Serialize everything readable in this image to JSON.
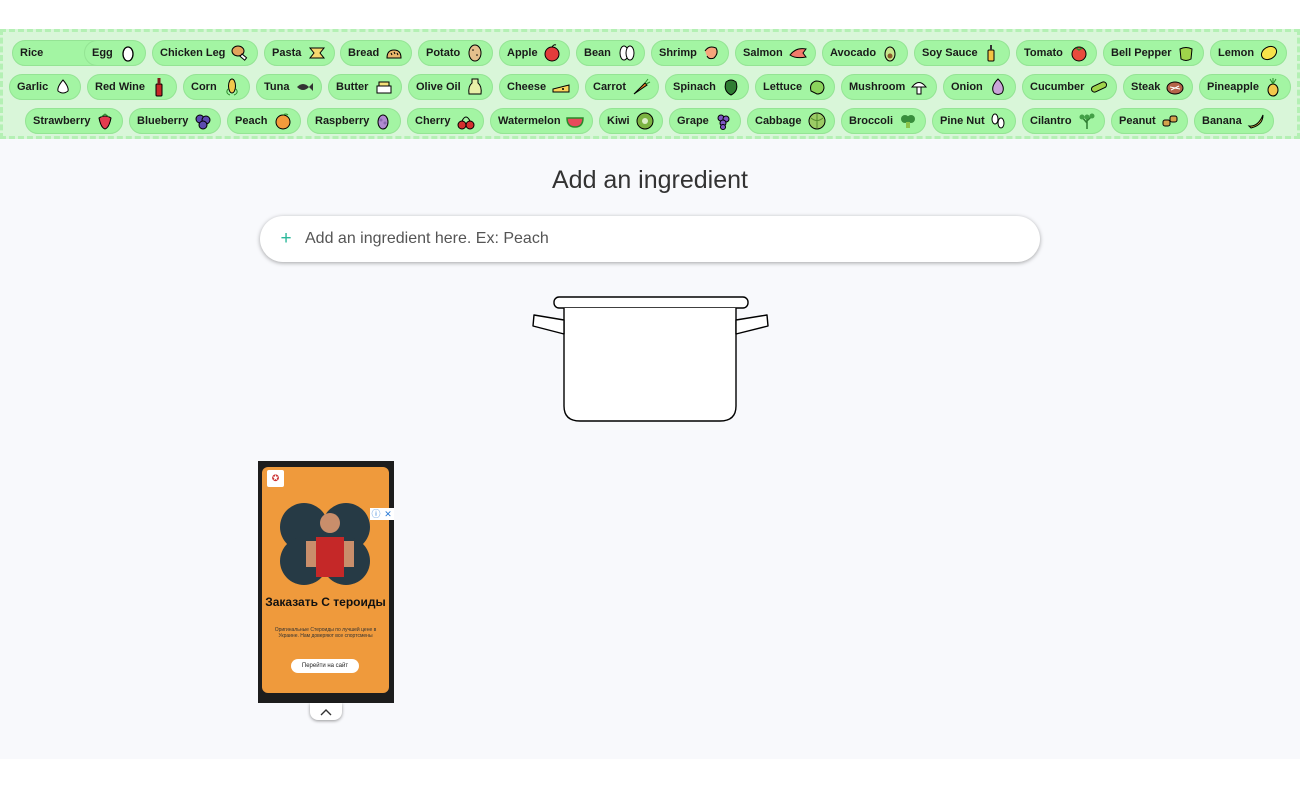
{
  "ingredients": [
    {
      "label": "Rice",
      "icon": "rice-bowl-icon"
    },
    {
      "label": "Egg",
      "icon": "egg-icon"
    },
    {
      "label": "Chicken Leg",
      "icon": "chicken-leg-icon"
    },
    {
      "label": "Pasta",
      "icon": "pasta-icon"
    },
    {
      "label": "Bread",
      "icon": "bread-icon"
    },
    {
      "label": "Potato",
      "icon": "potato-icon"
    },
    {
      "label": "Apple",
      "icon": "apple-icon"
    },
    {
      "label": "Bean",
      "icon": "bean-icon"
    },
    {
      "label": "Shrimp",
      "icon": "shrimp-icon"
    },
    {
      "label": "Salmon",
      "icon": "salmon-icon"
    },
    {
      "label": "Avocado",
      "icon": "avocado-icon"
    },
    {
      "label": "Soy Sauce",
      "icon": "soy-sauce-icon"
    },
    {
      "label": "Tomato",
      "icon": "tomato-icon"
    },
    {
      "label": "Bell Pepper",
      "icon": "bell-pepper-icon"
    },
    {
      "label": "Lemon",
      "icon": "lemon-icon"
    },
    {
      "label": "Garlic",
      "icon": "garlic-icon"
    },
    {
      "label": "Red Wine",
      "icon": "wine-bottle-icon"
    },
    {
      "label": "Corn",
      "icon": "corn-icon"
    },
    {
      "label": "Tuna",
      "icon": "fish-icon"
    },
    {
      "label": "Butter",
      "icon": "butter-icon"
    },
    {
      "label": "Olive Oil",
      "icon": "olive-oil-icon"
    },
    {
      "label": "Cheese",
      "icon": "cheese-icon"
    },
    {
      "label": "Carrot",
      "icon": "carrot-icon"
    },
    {
      "label": "Spinach",
      "icon": "spinach-icon"
    },
    {
      "label": "Lettuce",
      "icon": "lettuce-icon"
    },
    {
      "label": "Mushroom",
      "icon": "mushroom-icon"
    },
    {
      "label": "Onion",
      "icon": "onion-icon"
    },
    {
      "label": "Cucumber",
      "icon": "cucumber-icon"
    },
    {
      "label": "Steak",
      "icon": "steak-icon"
    },
    {
      "label": "Pineapple",
      "icon": "pineapple-icon"
    },
    {
      "label": "Strawberry",
      "icon": "strawberry-icon"
    },
    {
      "label": "Blueberry",
      "icon": "blueberry-icon"
    },
    {
      "label": "Peach",
      "icon": "peach-icon"
    },
    {
      "label": "Raspberry",
      "icon": "raspberry-icon"
    },
    {
      "label": "Cherry",
      "icon": "cherry-icon"
    },
    {
      "label": "Watermelon",
      "icon": "watermelon-icon"
    },
    {
      "label": "Kiwi",
      "icon": "kiwi-icon"
    },
    {
      "label": "Grape",
      "icon": "grape-icon"
    },
    {
      "label": "Cabbage",
      "icon": "cabbage-icon"
    },
    {
      "label": "Broccoli",
      "icon": "broccoli-icon"
    },
    {
      "label": "Pine Nut",
      "icon": "pine-nut-icon"
    },
    {
      "label": "Cilantro",
      "icon": "cilantro-icon"
    },
    {
      "label": "Peanut",
      "icon": "peanut-icon"
    },
    {
      "label": "Banana",
      "icon": "banana-icon"
    }
  ],
  "heading": "Add an ingredient",
  "input": {
    "placeholder": "Add an ingredient here. Ex: Peach",
    "value": ""
  },
  "ad": {
    "title": "Заказать С тероиды",
    "description": "Оригинальные Стероиды по лучшей цене в Украине. Нам доверяют все спортсмены",
    "button": "Перейти на сайт"
  },
  "colors": {
    "chip": "#a3f5a3",
    "accent": "#2bb89a",
    "ad_bg": "#ef9a3c"
  }
}
